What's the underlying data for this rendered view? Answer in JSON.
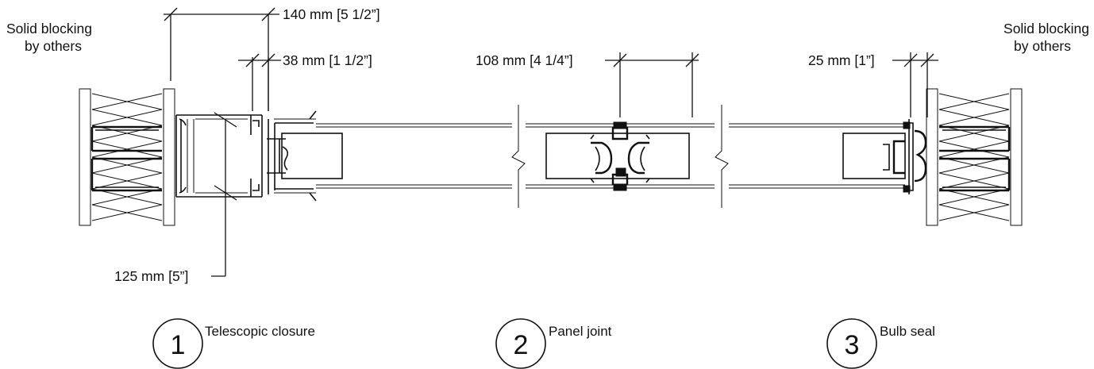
{
  "labels": {
    "solid_blocking_left_1": "Solid blocking",
    "solid_blocking_left_2": "by others",
    "solid_blocking_right_1": "Solid blocking",
    "solid_blocking_right_2": "by others"
  },
  "dimensions": {
    "dim_140": "140 mm [5 1/2”]",
    "dim_38": "38 mm [1 1/2”]",
    "dim_125": "125 mm [5”]",
    "dim_108": "108 mm [4 1/4”]",
    "dim_25": "25 mm [1”]"
  },
  "callouts": [
    {
      "number": "1",
      "label": "Telescopic closure"
    },
    {
      "number": "2",
      "label": "Panel joint"
    },
    {
      "number": "3",
      "label": "Bulb seal"
    }
  ],
  "colors": {
    "line": "#111111",
    "background": "#ffffff"
  }
}
